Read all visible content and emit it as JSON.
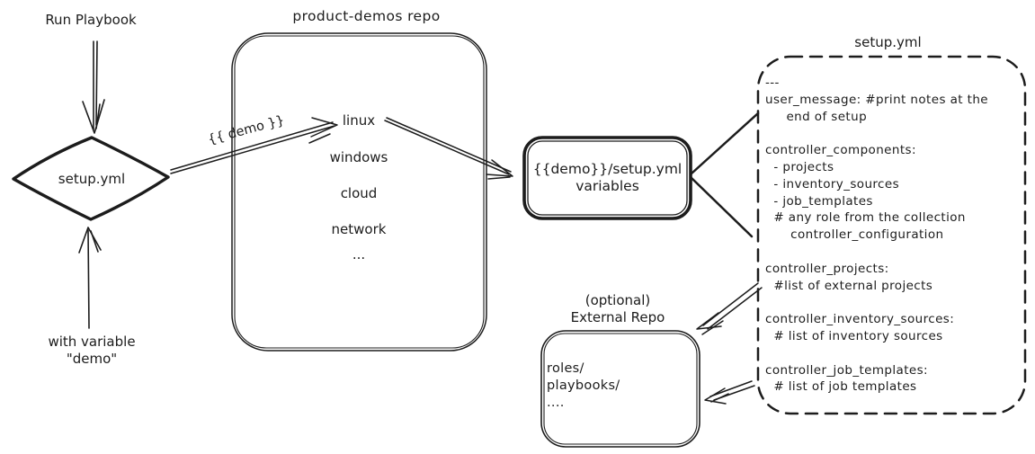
{
  "colors": {
    "ink": "#1c1c1c",
    "background": "#ffffff"
  },
  "left_flow": {
    "run_playbook_label": "Run Playbook",
    "diamond_label": "setup.yml",
    "with_variable_line1": "with variable",
    "with_variable_line2": "\"demo\"",
    "demo_arrow_label": "{{ demo }}"
  },
  "product_demos_repo": {
    "title": "product-demos repo",
    "items": [
      "linux",
      "windows",
      "cloud",
      "network",
      "..."
    ]
  },
  "variables_box": {
    "line1": "{{demo}}/setup.yml",
    "line2": "variables"
  },
  "setup_yml": {
    "title": "setup.yml",
    "code": "---\nuser_message: #print notes at the\n     end of setup\n\ncontroller_components:\n  - projects\n  - inventory_sources\n  - job_templates\n  # any role from the collection\n      controller_configuration\n\ncontroller_projects:\n  #list of external projects\n\ncontroller_inventory_sources:\n  # list of inventory sources\n\ncontroller_job_templates:\n  # list of job templates"
  },
  "external_repo": {
    "title_line1": "(optional)",
    "title_line2": "External Repo",
    "code": "roles/\nplaybooks/\n...."
  }
}
